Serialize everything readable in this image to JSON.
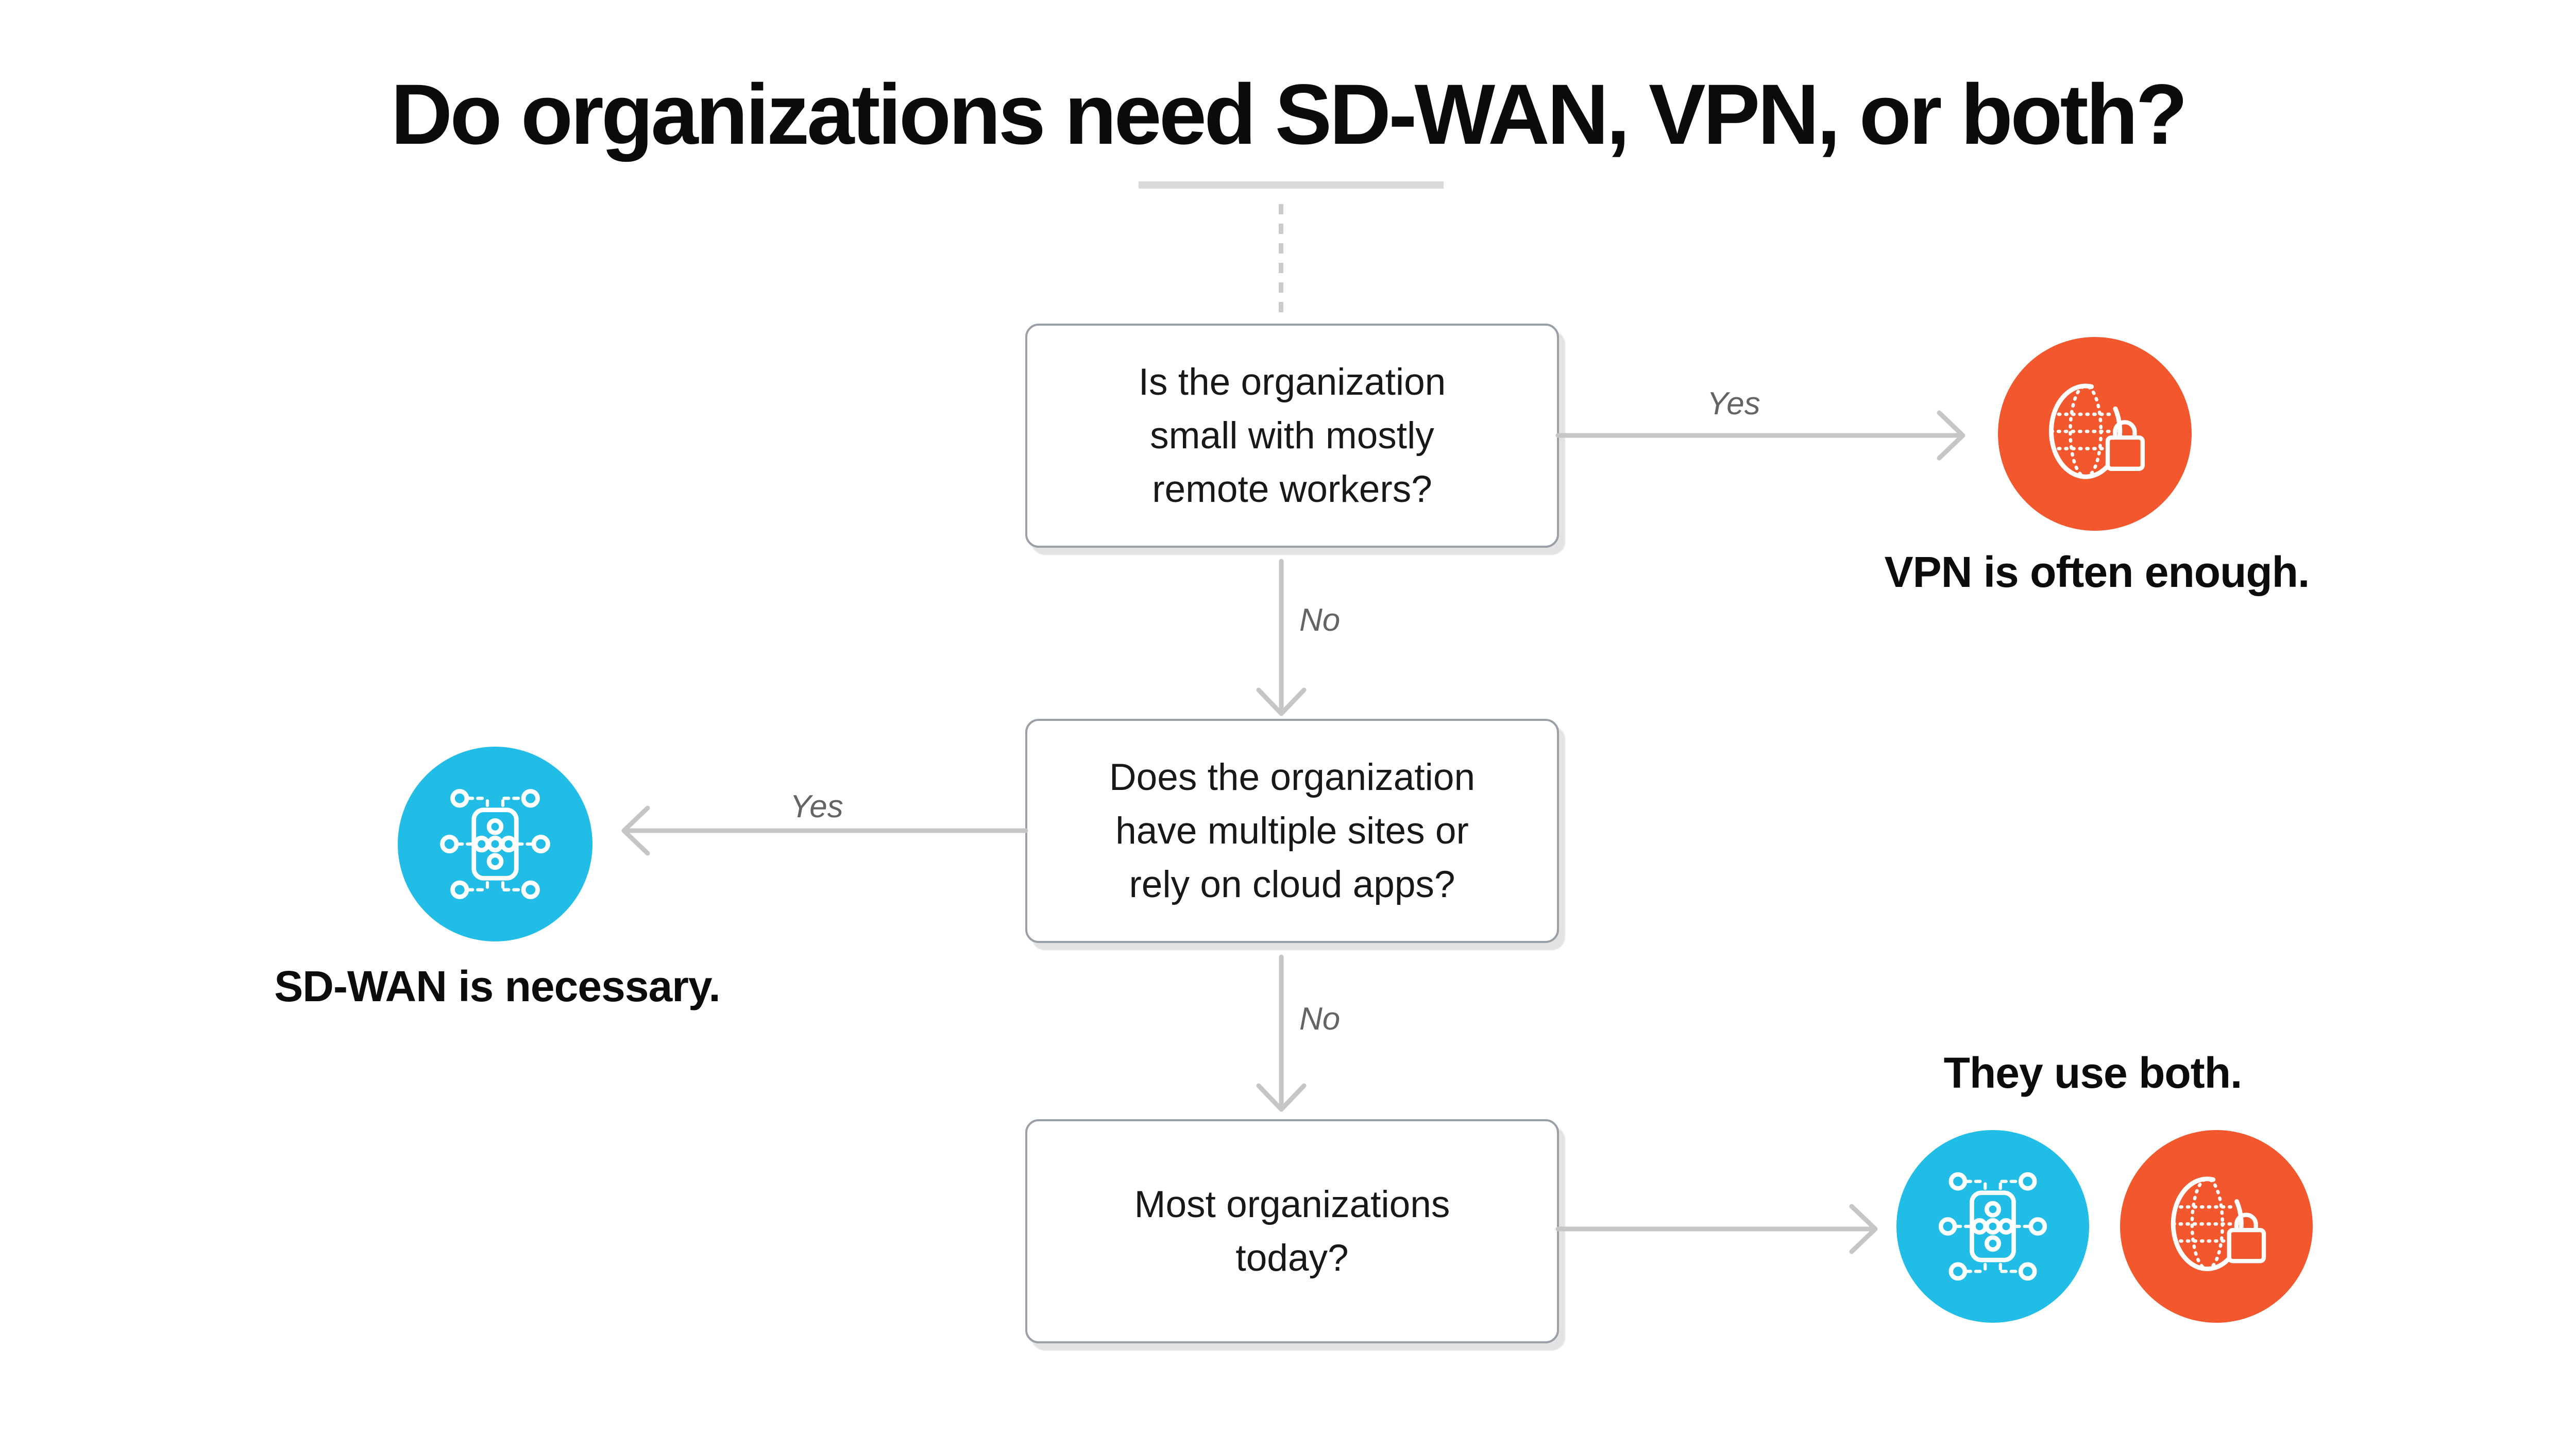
{
  "title": "Do organizations need SD-WAN, VPN, or both?",
  "colors": {
    "orange": "#F2572E",
    "cyan": "#22BDE6",
    "arrow": "#C6C6C6",
    "label_gray": "#646464",
    "box_border": "#99A0A7",
    "box_shadow": "#E3E3E3",
    "bar": "#D9D9D9",
    "dash": "#CBCBCB"
  },
  "flow": {
    "q1": {
      "lines": [
        "Is the organization",
        "small with mostly",
        "remote workers?"
      ],
      "yes_label": "Yes",
      "no_label": "No"
    },
    "q2": {
      "lines": [
        "Does the organization",
        "have multiple sites or",
        "rely on cloud apps?"
      ],
      "yes_label": "Yes",
      "no_label": "No"
    },
    "q3": {
      "lines": [
        "Most organizations",
        "today?"
      ]
    }
  },
  "outcomes": {
    "vpn": {
      "label": "VPN is often enough.",
      "icon": "globe-lock-icon"
    },
    "sdwan": {
      "label": "SD-WAN is necessary.",
      "icon": "network-nodes-icon"
    },
    "both": {
      "label": "They use both.",
      "icons": [
        "network-nodes-icon",
        "globe-lock-icon"
      ]
    }
  }
}
